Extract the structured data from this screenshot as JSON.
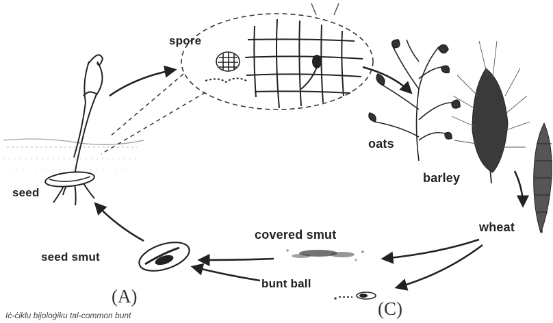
{
  "labels": {
    "spore": "spore",
    "seed": "seed",
    "oats": "oats",
    "barley": "barley",
    "wheat": "wheat",
    "covered_smut": "covered smut",
    "seed_smut": "seed smut",
    "bunt_ball": "bunt ball"
  },
  "panels": {
    "a": "(A)",
    "c": "(C)"
  },
  "caption": "Iċ-ċiklu bijoloġiku tal-common bunt",
  "colors": {
    "ink": "#222222",
    "background": "#ffffff",
    "ground": "#9a9a9a"
  },
  "icons": {
    "germinating_seed": "seedling-icon",
    "spore_magnified": "spore-icon",
    "host_cells": "cell-grid-icon",
    "oats_plant": "oats-icon",
    "barley_head": "barley-icon",
    "wheat_head": "wheat-icon"
  }
}
